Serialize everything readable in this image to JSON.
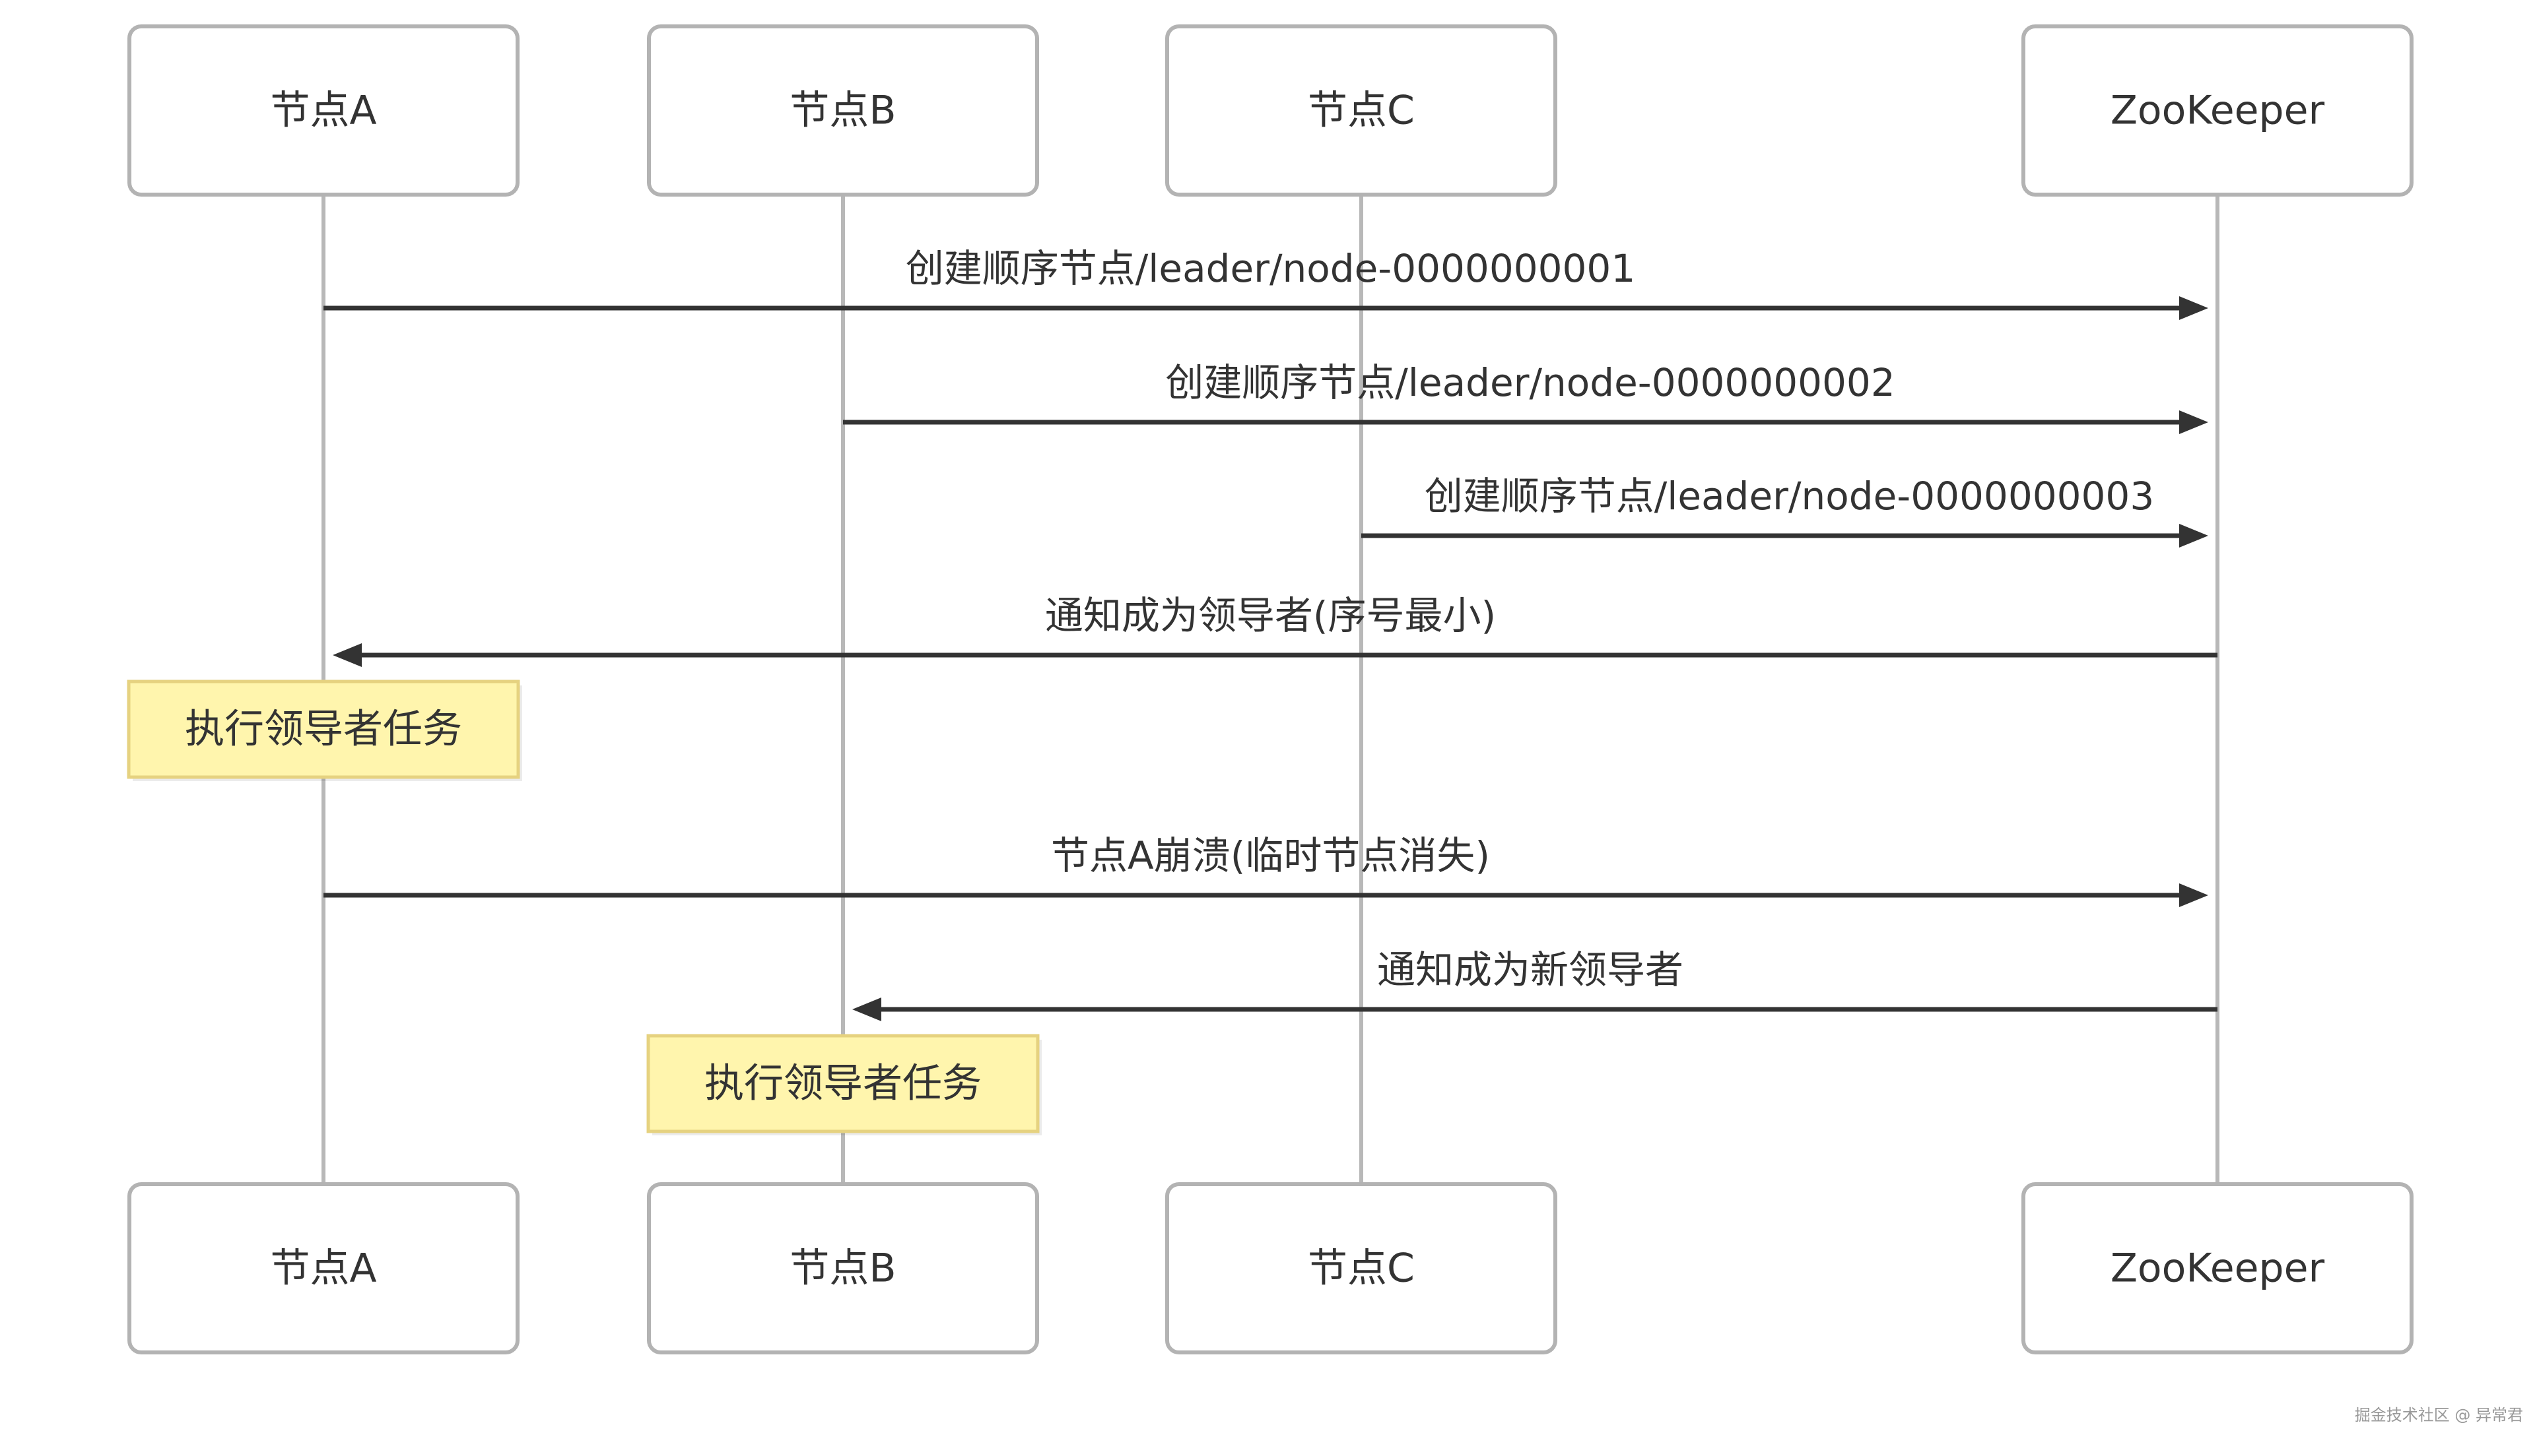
{
  "participants": [
    {
      "id": "A",
      "label": "节点A"
    },
    {
      "id": "B",
      "label": "节点B"
    },
    {
      "id": "C",
      "label": "节点C"
    },
    {
      "id": "ZK",
      "label": "ZooKeeper"
    }
  ],
  "steps": [
    {
      "kind": "message",
      "from": "A",
      "to": "ZK",
      "label": "创建顺序节点/leader/node-0000000001"
    },
    {
      "kind": "message",
      "from": "B",
      "to": "ZK",
      "label": "创建顺序节点/leader/node-0000000002"
    },
    {
      "kind": "message",
      "from": "C",
      "to": "ZK",
      "label": "创建顺序节点/leader/node-0000000003"
    },
    {
      "kind": "message",
      "from": "ZK",
      "to": "A",
      "label": "通知成为领导者(序号最小)"
    },
    {
      "kind": "note",
      "over": "A",
      "label": "执行领导者任务"
    },
    {
      "kind": "message",
      "from": "A",
      "to": "ZK",
      "label": "节点A崩溃(临时节点消失)"
    },
    {
      "kind": "message",
      "from": "ZK",
      "to": "B",
      "label": "通知成为新领导者"
    },
    {
      "kind": "note",
      "over": "B",
      "label": "执行领导者任务"
    }
  ],
  "colors": {
    "line": "#333333",
    "lifeline": "#b8b8b8",
    "box_border": "#b3b3b3",
    "note_fill": "#fff5ad",
    "note_border": "#e6d280"
  },
  "watermark": "掘金技术社区 @ 异常君"
}
